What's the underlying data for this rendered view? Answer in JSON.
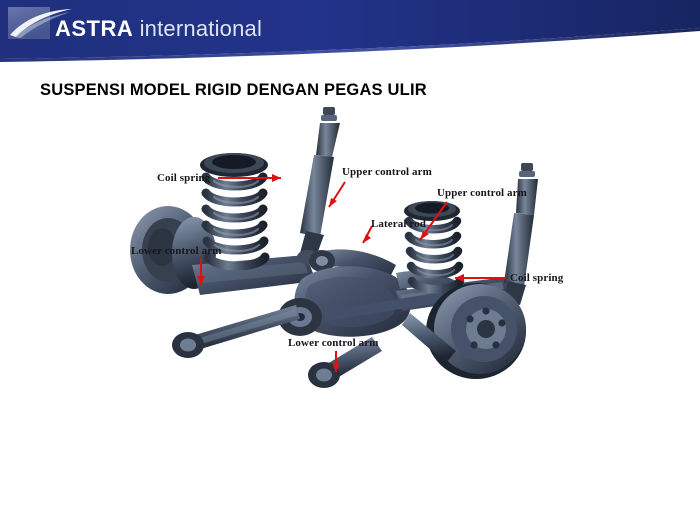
{
  "header": {
    "brand_bold": "ASTRA",
    "brand_light": " international",
    "logo_icon": "astra-swoosh-icon",
    "bg_color": "#1f3080",
    "swoosh_color": "#ffffff",
    "panel_color": "#55639f"
  },
  "title": "SUSPENSI MODEL RIGID DENGAN PEGAS ULIR",
  "diagram": {
    "name": "rigid-axle-coil-spring-suspension-illustration",
    "body_color": "#3c4757",
    "highlight_color": "#6d7c90",
    "shadow_color": "#1b2230",
    "leader_color": "#e01010",
    "labels": [
      {
        "id": "coil-spring-left",
        "text": "Coil spring"
      },
      {
        "id": "upper-control-arm-left",
        "text": "Upper control arm"
      },
      {
        "id": "upper-control-arm-right",
        "text": "Upper control arm"
      },
      {
        "id": "lateral-rod",
        "text": "Lateral rod"
      },
      {
        "id": "lower-control-arm-left",
        "text": "Lower control arm"
      },
      {
        "id": "coil-spring-right",
        "text": "Coil spring"
      },
      {
        "id": "lower-control-arm-front",
        "text": "Lower control arm"
      }
    ]
  }
}
